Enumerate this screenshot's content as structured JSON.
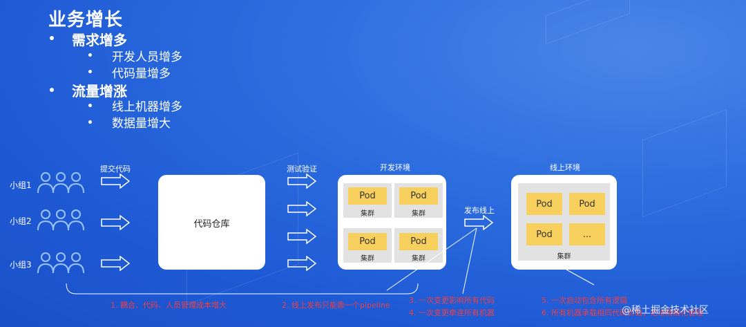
{
  "title": "业务增长",
  "bullets": {
    "demand": {
      "label": "需求增多",
      "items": [
        "开发人员增多",
        "代码量增多"
      ]
    },
    "traffic": {
      "label": "流量增涨",
      "items": [
        "线上机器增多",
        "数据量增大"
      ]
    }
  },
  "teams": [
    "小组1",
    "小组2",
    "小组3"
  ],
  "labels": {
    "submit": "提交代码",
    "repo": "代码仓库",
    "test": "测试验证",
    "dev_env": "开发环境",
    "release": "发布线上",
    "prod_env": "线上环境",
    "pod": "Pod",
    "cluster": "集群",
    "ellipsis": "..."
  },
  "notes": {
    "n1": "1. 耦合、代码、人员管理成本增大",
    "n2": "2. 线上发布只能靠一个pipeline",
    "n3a": "3. 一次变更影响所有代码",
    "n3b": "4. 一次变更牵连所有机器",
    "n5a": "5. 一次启动包含所有逻辑",
    "n5b": "6. 所有机器承载相同代码负载，无法精细化管理"
  },
  "watermark": "@稀土掘金技术社区",
  "colors": {
    "accent_red": "#e8424a",
    "pod_yellow": "#f6cf5c",
    "background": "#2566dc"
  }
}
